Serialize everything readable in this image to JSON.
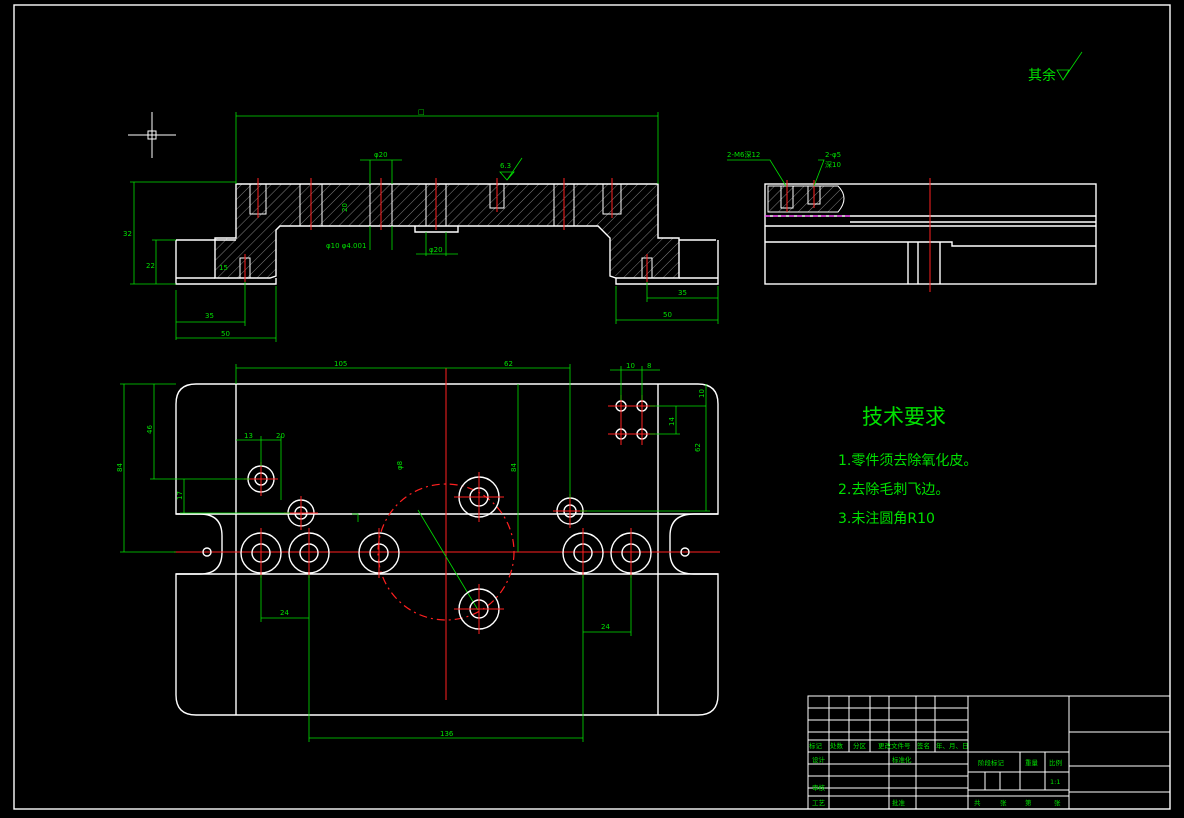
{
  "colors": {
    "background": "#000000",
    "outline": "#ffffff",
    "dimension": "#00e000",
    "centerline": "#ff2020",
    "hidden": "#ff00ff"
  },
  "surface_note": "其余",
  "top_view_dims": {
    "overall_length_symbol": "□",
    "height_32": "32",
    "height_22": "22",
    "height_15": "15",
    "left_35": "35",
    "left_50": "50",
    "right_35": "35",
    "right_50": "50",
    "dia_20_top": "φ20",
    "dia_20_bottom": "φ20",
    "depth_20": "20",
    "roughness_6_3": "6.3",
    "hole_note": "φ10  φ4.001"
  },
  "side_view_notes": {
    "thread_note": "2-M6深12",
    "hole_note_a": "2-φ5",
    "hole_note_b": "深10"
  },
  "plan_view_dims": {
    "d105": "105",
    "d62_top": "62",
    "d10": "10",
    "d8": "8",
    "d46": "46",
    "d84_left": "84",
    "d13": "13",
    "d20": "20",
    "d17": "17",
    "d84_mid": "84",
    "d62_right": "62",
    "d14": "14",
    "d10_right": "10",
    "d24_left": "24",
    "d24_right": "24",
    "d136": "136",
    "dia_label": "φ8"
  },
  "tech_requirements": {
    "title": "技术要求",
    "items": [
      "1.零件须去除氧化皮。",
      "2.去除毛刺飞边。",
      "3.未注圆角R10"
    ]
  },
  "title_block": {
    "rev_headers": [
      "标记",
      "处数",
      "分区",
      "更改文件号",
      "签名",
      "年、月、日"
    ],
    "design": "设计",
    "standardize": "标准化",
    "review": "审核",
    "process": "工艺",
    "approve": "批准",
    "stage_mark": "阶段标记",
    "weight": "重量",
    "scale": "比例",
    "scale_value": "1:1",
    "sheets_total": "共",
    "sheets_total_unit": "张",
    "sheet_no": "第",
    "sheet_no_unit": "张"
  }
}
